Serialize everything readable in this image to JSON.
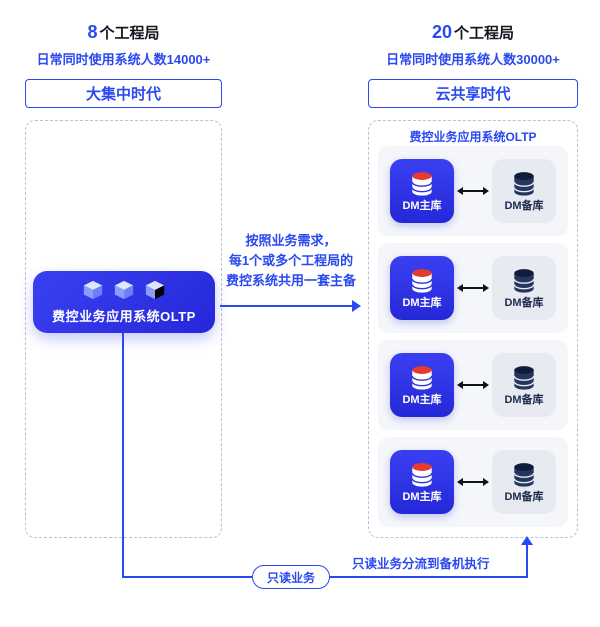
{
  "colors": {
    "accent": "#2b49f0",
    "primary_tile_blue": "#2d33e6",
    "standby_navy": "#1e2b4d",
    "database_top_red": "#e63a2e",
    "dashed_border": "#b6c2da"
  },
  "left": {
    "count": "8",
    "count_suffix": "个工程局",
    "users": "日常同时使用系统人数14000+",
    "era": "大集中时代",
    "oltp_label": "费控业务应用系统OLTP"
  },
  "right": {
    "count": "20",
    "count_suffix": "个工程局",
    "users": "日常同时使用系统人数30000+",
    "era": "云共享时代",
    "group_label": "费控业务应用系统OLTP",
    "pairs": [
      {
        "primary": "DM主库",
        "standby": "DM备库"
      },
      {
        "primary": "DM主库",
        "standby": "DM备库"
      },
      {
        "primary": "DM主库",
        "standby": "DM备库"
      },
      {
        "primary": "DM主库",
        "standby": "DM备库"
      }
    ]
  },
  "middle": {
    "line1": "按照业务需求，",
    "line2": "每1个或多个工程局的",
    "line3": "费控系统共用一套主备"
  },
  "bottom": {
    "badge": "只读业务",
    "note": "只读业务分流到备机执行"
  }
}
